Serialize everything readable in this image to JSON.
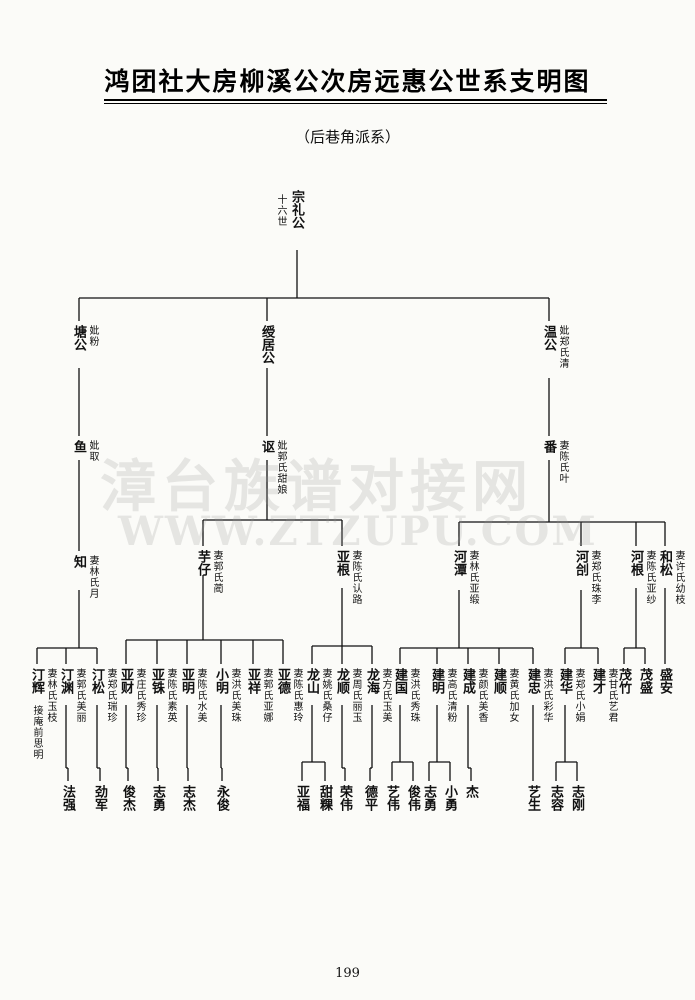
{
  "title": "鸿团社大房柳溪公次房远惠公世系支明图",
  "subtitle": "（后巷角派系）",
  "watermark": "漳台族谱对接网",
  "watermark_url": "WWW.ZTZUPU.COM",
  "page_number": "199",
  "tree": {
    "nodes": [
      {
        "id": "zongli",
        "name": "宗礼公",
        "note": "十六世"
      },
      {
        "id": "tang",
        "name": "塘公",
        "note": "妣粉"
      },
      {
        "id": "shou",
        "name": "绶居公",
        "note": ""
      },
      {
        "id": "wen",
        "name": "温公",
        "note": "妣郑氏清"
      },
      {
        "id": "yu",
        "name": "鱼",
        "note": "妣取"
      },
      {
        "id": "ou",
        "name": "讴",
        "note": "妣郭氏甜娘"
      },
      {
        "id": "fan",
        "name": "番",
        "note": "妻陈氏叶"
      },
      {
        "id": "zhi",
        "name": "知",
        "note": "妻林氏月"
      },
      {
        "id": "yazai",
        "name": "芋仔",
        "note": "妻郭氏蔺"
      },
      {
        "id": "yagen",
        "name": "亚根",
        "note": "妻陈氏认路"
      },
      {
        "id": "hetan",
        "name": "河潭",
        "note": "妻林氏亚缎"
      },
      {
        "id": "heqia",
        "name": "河㓣",
        "note": "妻郑氏珠李"
      },
      {
        "id": "hegen",
        "name": "河根",
        "note": "妻陈氏亚纱"
      },
      {
        "id": "hesong",
        "name": "和松",
        "note": "妻许氏幼枝"
      },
      {
        "id": "dinghui",
        "name": "汀辉",
        "note": "妻林氏玉枝"
      },
      {
        "id": "dingyuan",
        "name": "汀渊",
        "note": "妻郭氏美丽"
      },
      {
        "id": "dingsong",
        "name": "汀松",
        "note": "妻郑氏瑞珍"
      },
      {
        "id": "yacai",
        "name": "亚财",
        "note": "妻庄氏秀珍"
      },
      {
        "id": "yazhu",
        "name": "亚铢",
        "note": "妻陈氏素英"
      },
      {
        "id": "yaming",
        "name": "亚明",
        "note": "妻陈氏水美"
      },
      {
        "id": "xiaoming",
        "name": "小明",
        "note": "妻洪氏美珠"
      },
      {
        "id": "yaxiang",
        "name": "亚祥",
        "note": "妻郭氏亚娜"
      },
      {
        "id": "yade",
        "name": "亚德",
        "note": "妻陈氏惠玲"
      },
      {
        "id": "longshan",
        "name": "龙山",
        "note": "妻姚氏桑仔"
      },
      {
        "id": "longshun",
        "name": "龙顺",
        "note": "妻周氏丽玉"
      },
      {
        "id": "longhai",
        "name": "龙海",
        "note": "妻方氏玉美"
      },
      {
        "id": "jianguo",
        "name": "建国",
        "note": "妻洪氏秀珠"
      },
      {
        "id": "jianming",
        "name": "建明",
        "note": "妻高氏清粉"
      },
      {
        "id": "jiancheng",
        "name": "建成",
        "note": "妻颜氏美香"
      },
      {
        "id": "jianshun",
        "name": "建顺",
        "note": "妻黄氏加女"
      },
      {
        "id": "jianzhong",
        "name": "建忠",
        "note": "妻洪氏彩华"
      },
      {
        "id": "jianhua",
        "name": "建华",
        "note": "妻郑氏小娟"
      },
      {
        "id": "jiancai",
        "name": "建才",
        "note": "妻甘氏艺君"
      },
      {
        "id": "maozhu",
        "name": "茂竹",
        "note": ""
      },
      {
        "id": "maosheng",
        "name": "茂盛",
        "note": ""
      },
      {
        "id": "shengan",
        "name": "盛安",
        "note": ""
      },
      {
        "id": "faqiang",
        "name": "法强",
        "note": ""
      },
      {
        "id": "jinjun",
        "name": "劲军",
        "note": ""
      },
      {
        "id": "junjie",
        "name": "俊杰",
        "note": ""
      },
      {
        "id": "zhiyong",
        "name": "志勇",
        "note": ""
      },
      {
        "id": "zhijie",
        "name": "志杰",
        "note": ""
      },
      {
        "id": "yongjun",
        "name": "永俊",
        "note": ""
      },
      {
        "id": "yafu",
        "name": "亚福",
        "note": ""
      },
      {
        "id": "tiankun",
        "name": "甜粿",
        "note": ""
      },
      {
        "id": "rongwei",
        "name": "荣伟",
        "note": ""
      },
      {
        "id": "deping",
        "name": "德平",
        "note": ""
      },
      {
        "id": "yiwei",
        "name": "艺伟",
        "note": ""
      },
      {
        "id": "junwei",
        "name": "俊伟",
        "note": ""
      },
      {
        "id": "zhiyong2",
        "name": "志勇",
        "note": ""
      },
      {
        "id": "xiaoyong",
        "name": "小勇",
        "note": ""
      },
      {
        "id": "jie",
        "name": "杰",
        "note": ""
      },
      {
        "id": "yisheng",
        "name": "艺生",
        "note": ""
      },
      {
        "id": "zhirong",
        "name": "志容",
        "note": ""
      },
      {
        "id": "zhigang",
        "name": "志刚",
        "note": ""
      }
    ],
    "edges": [
      [
        "zongli",
        "tang"
      ],
      [
        "zongli",
        "shou"
      ],
      [
        "zongli",
        "wen"
      ],
      [
        "tang",
        "yu"
      ],
      [
        "shou",
        "ou"
      ],
      [
        "wen",
        "fan"
      ],
      [
        "yu",
        "zhi"
      ],
      [
        "ou",
        "yazai"
      ],
      [
        "ou",
        "yagen"
      ],
      [
        "fan",
        "hetan"
      ],
      [
        "fan",
        "heqia"
      ],
      [
        "fan",
        "hegen"
      ],
      [
        "fan",
        "hesong"
      ],
      [
        "zhi",
        "dinghui"
      ],
      [
        "zhi",
        "dingyuan"
      ],
      [
        "zhi",
        "dingsong"
      ],
      [
        "yazai",
        "yacai"
      ],
      [
        "yazai",
        "yazhu"
      ],
      [
        "yazai",
        "yaming"
      ],
      [
        "yazai",
        "xiaoming"
      ],
      [
        "yazai",
        "yaxiang"
      ],
      [
        "yazai",
        "yade"
      ],
      [
        "yagen",
        "longshan"
      ],
      [
        "yagen",
        "longshun"
      ],
      [
        "yagen",
        "longhai"
      ],
      [
        "hetan",
        "jianguo"
      ],
      [
        "hetan",
        "jianming"
      ],
      [
        "hetan",
        "jiancheng"
      ],
      [
        "hetan",
        "jianshun"
      ],
      [
        "hetan",
        "jianzhong"
      ],
      [
        "heqia",
        "jianhua"
      ],
      [
        "heqia",
        "jiancai"
      ],
      [
        "hegen",
        "maozhu"
      ],
      [
        "hegen",
        "maosheng"
      ],
      [
        "hesong",
        "shengan"
      ],
      [
        "dingyuan",
        "faqiang"
      ],
      [
        "dingsong",
        "jinjun"
      ],
      [
        "yacai",
        "junjie"
      ],
      [
        "yazhu",
        "zhiyong"
      ],
      [
        "yaming",
        "zhijie"
      ],
      [
        "xiaoming",
        "yongjun"
      ],
      [
        "longshan",
        "yafu"
      ],
      [
        "longshan",
        "tiankun"
      ],
      [
        "longshun",
        "rongwei"
      ],
      [
        "longhai",
        "deping"
      ],
      [
        "jianguo",
        "yiwei"
      ],
      [
        "jianguo",
        "junwei"
      ],
      [
        "jianming",
        "zhiyong2"
      ],
      [
        "jianming",
        "xiaoyong"
      ],
      [
        "jiancheng",
        "jie"
      ],
      [
        "jianzhong",
        "yisheng"
      ],
      [
        "jianhua",
        "zhirong"
      ],
      [
        "jianhua",
        "zhigang"
      ]
    ],
    "extra_notes": [
      {
        "id": "dinghui_note2",
        "text": "接庵前思明"
      }
    ]
  }
}
